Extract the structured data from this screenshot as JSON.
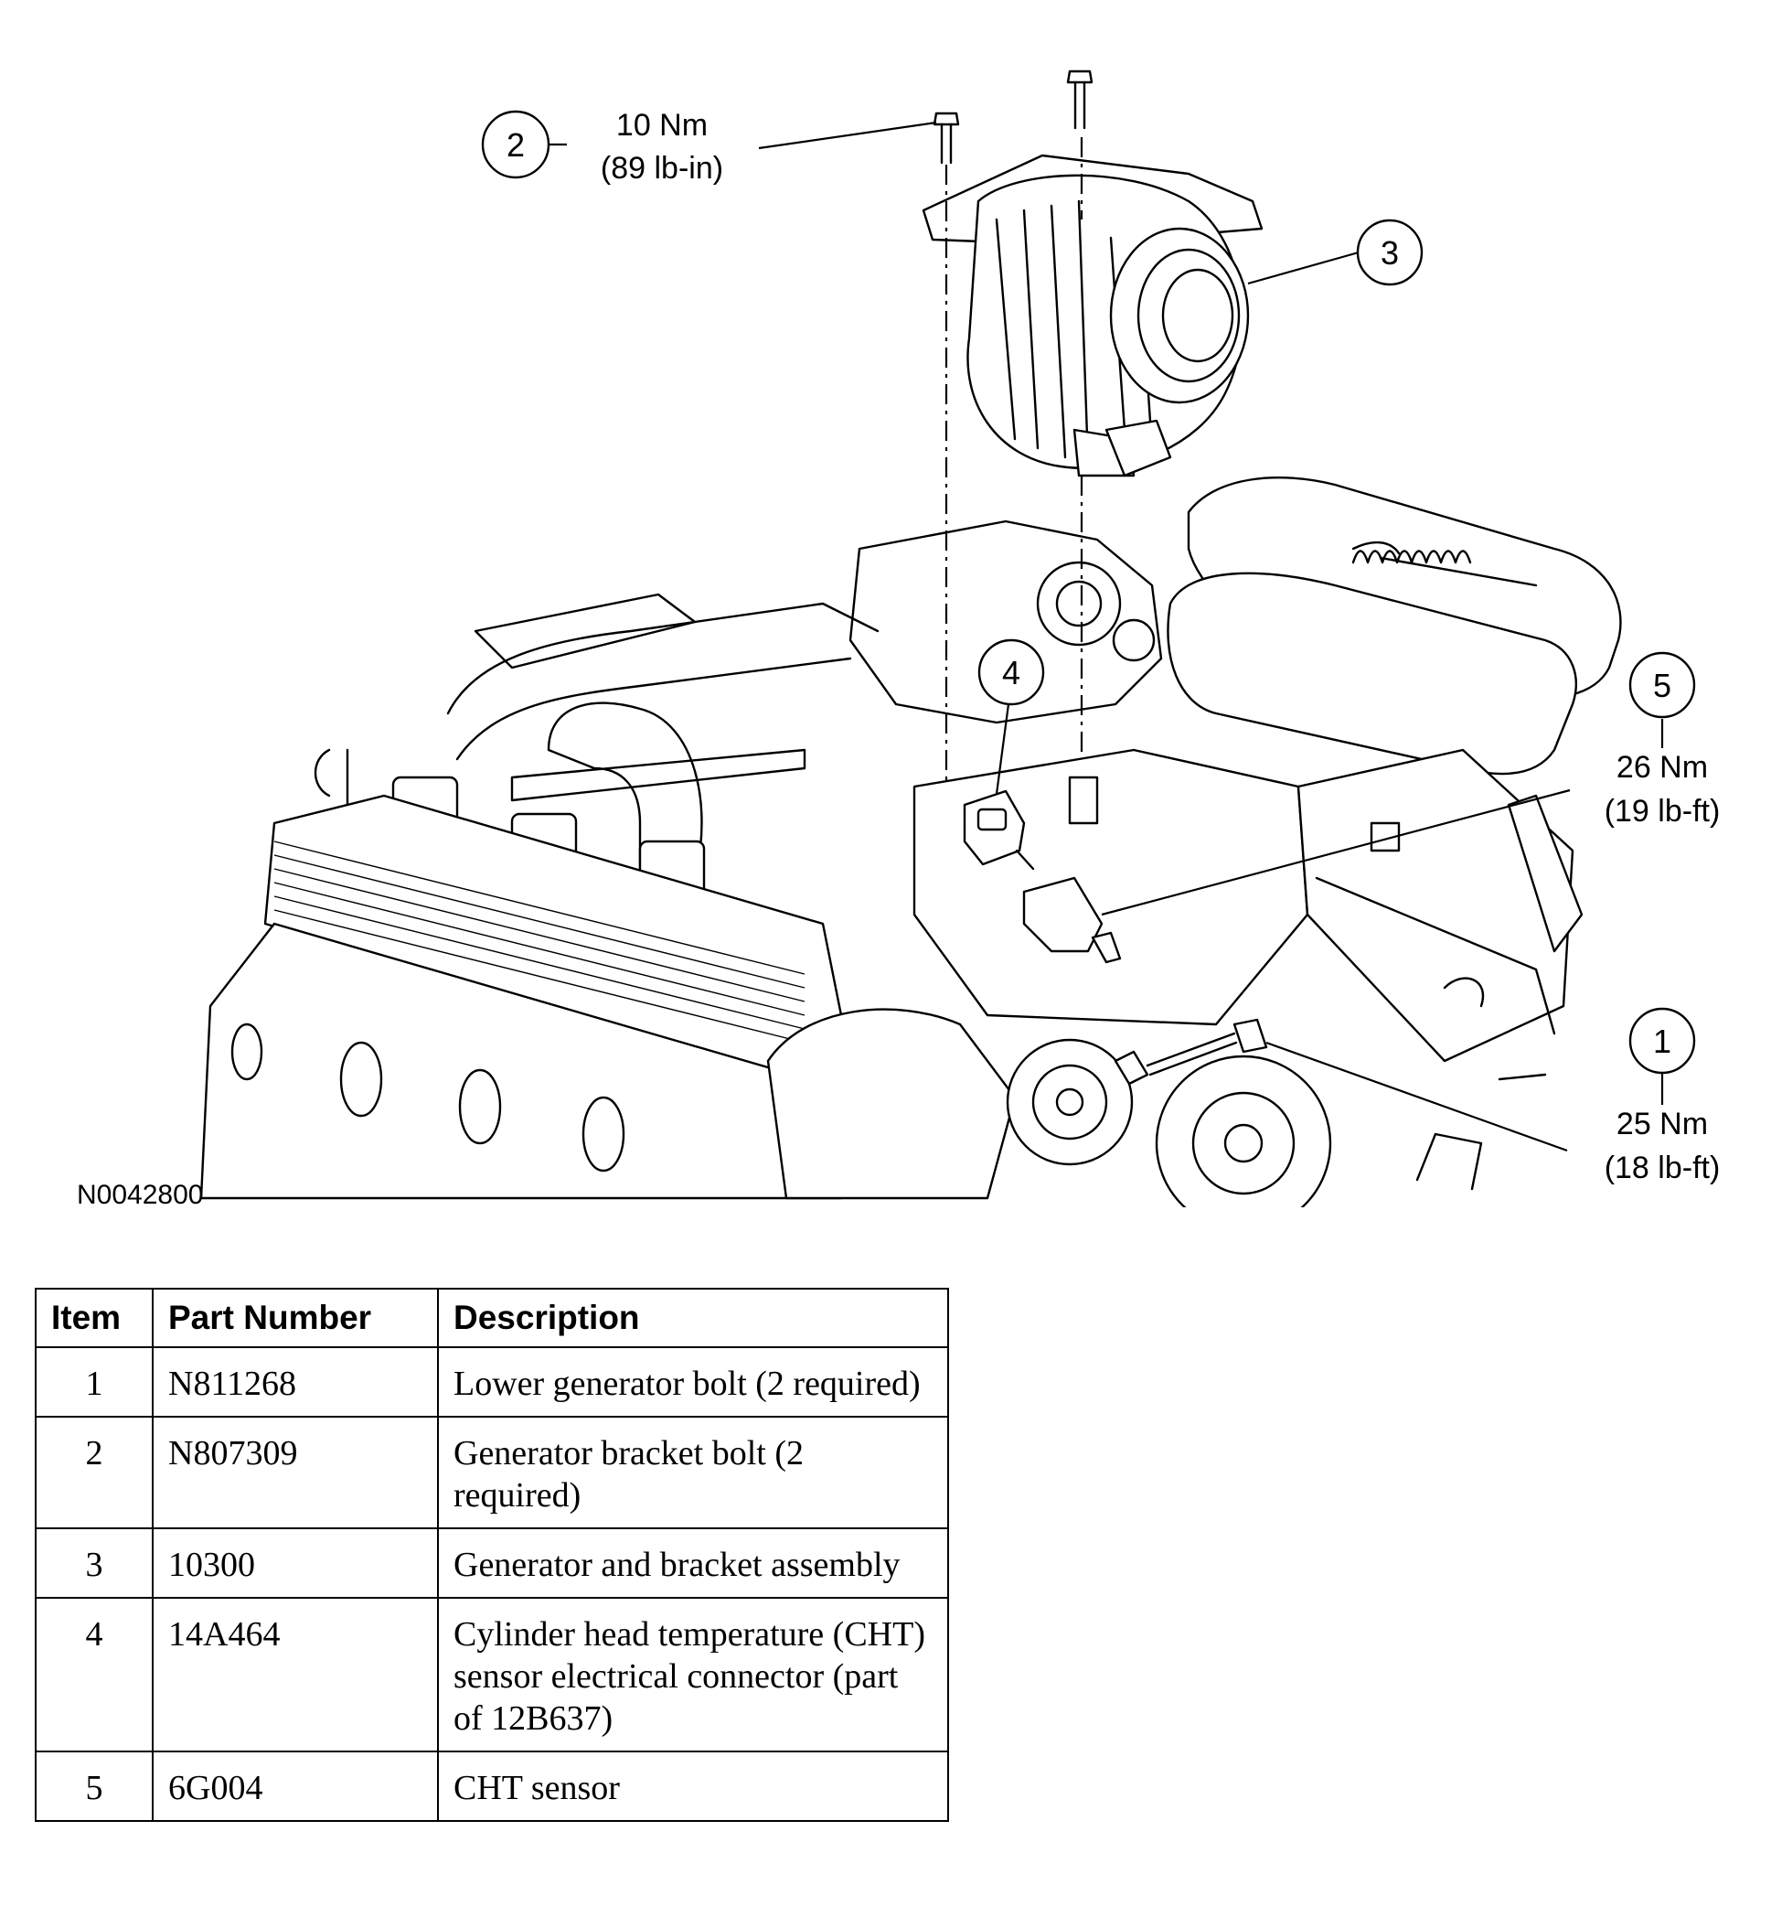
{
  "figure": {
    "id": "N0042800",
    "callouts": [
      {
        "item": "1",
        "torque_nm": "25 Nm",
        "torque_imperial": "(18 lb-ft)"
      },
      {
        "item": "2",
        "torque_nm": "10 Nm",
        "torque_imperial": "(89 lb-in)"
      },
      {
        "item": "3"
      },
      {
        "item": "4"
      },
      {
        "item": "5",
        "torque_nm": "26 Nm",
        "torque_imperial": "(19 lb-ft)"
      }
    ]
  },
  "table": {
    "headers": [
      "Item",
      "Part Number",
      "Description"
    ],
    "rows": [
      {
        "item": "1",
        "part_number": "N811268",
        "description": "Lower generator bolt (2 required)"
      },
      {
        "item": "2",
        "part_number": "N807309",
        "description": "Generator bracket bolt (2 required)"
      },
      {
        "item": "3",
        "part_number": "10300",
        "description": "Generator and bracket assembly"
      },
      {
        "item": "4",
        "part_number": "14A464",
        "description": "Cylinder head temperature (CHT) sensor electrical connector (part of 12B637)"
      },
      {
        "item": "5",
        "part_number": "6G004",
        "description": "CHT sensor"
      }
    ]
  }
}
